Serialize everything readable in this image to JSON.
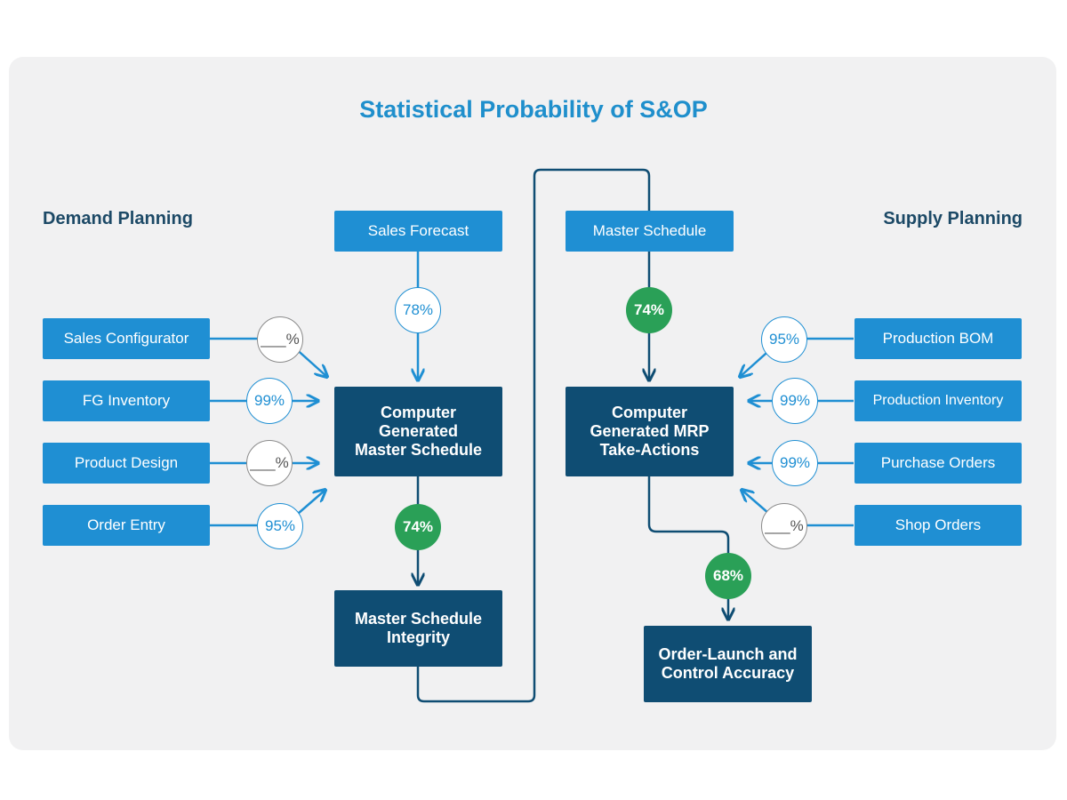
{
  "title": "Statistical Probability of S&OP",
  "demand_label": "Demand Planning",
  "supply_label": "Supply Planning",
  "colors": {
    "light_box": "#1f8fd3",
    "dark_box": "#0f4d73",
    "green": "#2aa057",
    "title": "#1f8fcc"
  },
  "demand": {
    "sales_forecast": "Sales Forecast",
    "sales_forecast_pct": "78%",
    "inputs": [
      {
        "label": "Sales Configurator",
        "pct": "___%"
      },
      {
        "label": "FG Inventory",
        "pct": "99%"
      },
      {
        "label": "Product Design",
        "pct": "___%"
      },
      {
        "label": "Order Entry",
        "pct": "95%"
      }
    ],
    "core": "Computer\nGenerated\nMaster Schedule",
    "core_pct": "74%",
    "integrity": "Master Schedule\nIntegrity"
  },
  "supply": {
    "master_schedule": "Master Schedule",
    "master_schedule_pct": "74%",
    "inputs": [
      {
        "label": "Production BOM",
        "pct": "95%"
      },
      {
        "label": "Production Inventory",
        "pct": "99%"
      },
      {
        "label": "Purchase Orders",
        "pct": "99%"
      },
      {
        "label": "Shop Orders",
        "pct": "___%"
      }
    ],
    "core": "Computer\nGenerated MRP\nTake-Actions",
    "core_pct": "68%",
    "launch": "Order-Launch and\nControl Accuracy"
  }
}
